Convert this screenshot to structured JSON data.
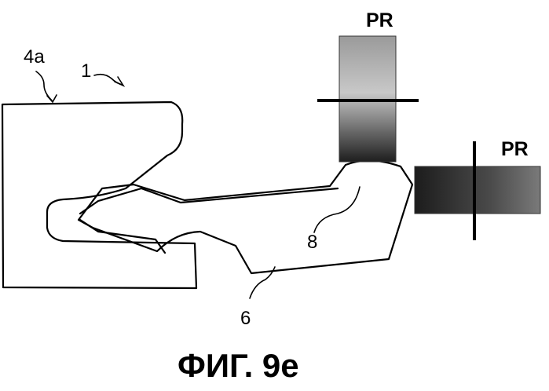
{
  "figure": {
    "labels": {
      "housing": "4a",
      "assembly": "1",
      "lever_part": "6",
      "arm_part": "8",
      "roller_top": "PR",
      "roller_right": "PR"
    },
    "caption": "ФИГ. 9e"
  }
}
